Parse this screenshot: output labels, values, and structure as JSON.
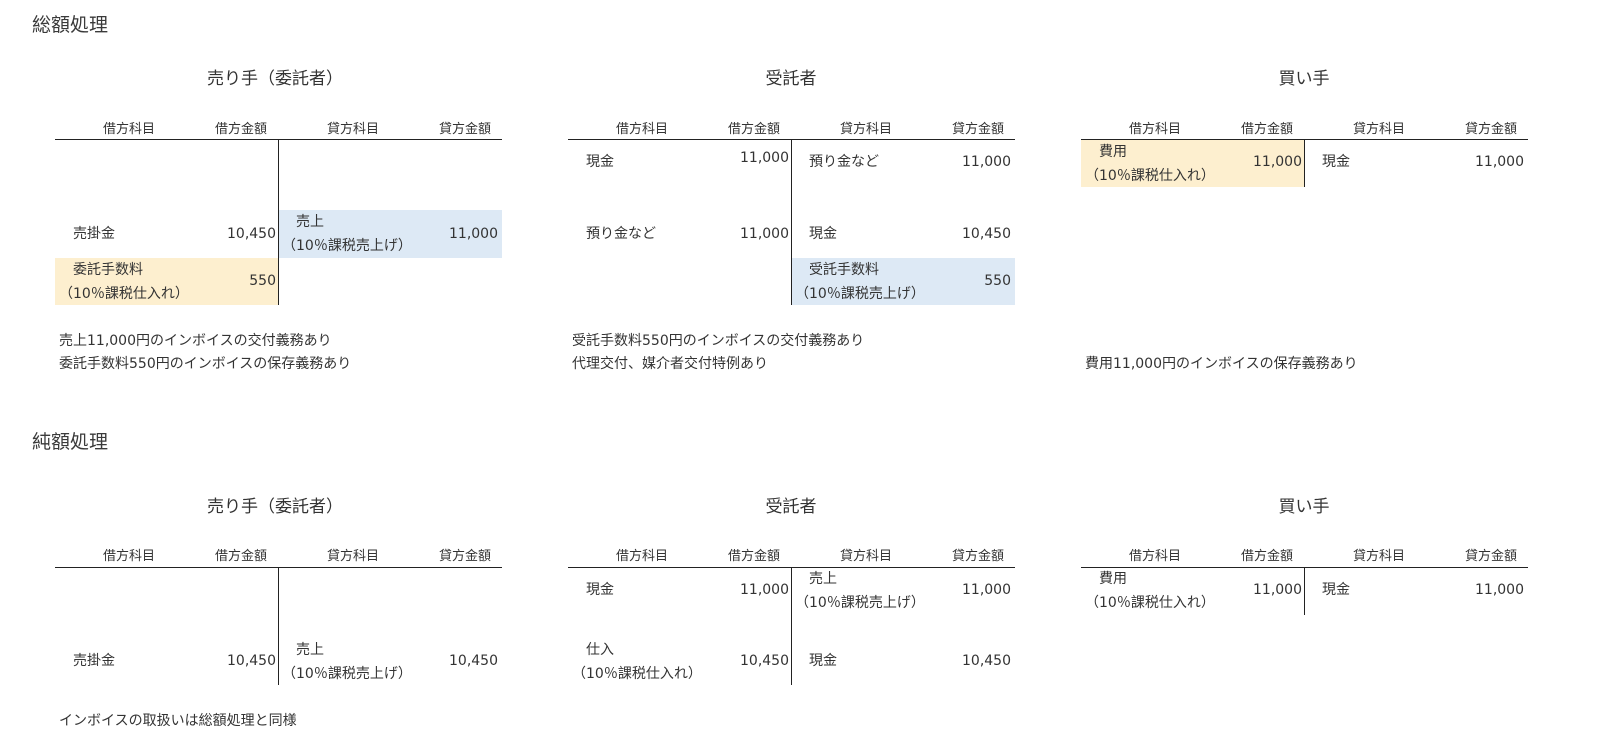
{
  "gross": {
    "title": "総額処理",
    "seller": {
      "title": "売り手（委託者）",
      "headers": [
        "借方科目",
        "借方金額",
        "貸方科目",
        "貸方金額"
      ],
      "row1": {
        "debit_account": "売掛金",
        "debit_amount": "10,450",
        "credit_account_line1": "売上",
        "credit_account_line2": "（10％課税売上げ）",
        "credit_amount": "11,000"
      },
      "row2": {
        "debit_account_line1": "委託手数料",
        "debit_account_line2": "（10％課税仕入れ）",
        "debit_amount": "550"
      },
      "notes": [
        "売上11,000円のインボイスの交付義務あり",
        "委託手数料550円のインボイスの保存義務あり"
      ]
    },
    "consignee": {
      "title": "受託者",
      "headers": [
        "借方科目",
        "借方金額",
        "貸方科目",
        "貸方金額"
      ],
      "row1": {
        "debit_account": "現金",
        "debit_amount": "11,000",
        "credit_account": "預り金など",
        "credit_amount": "11,000"
      },
      "row2": {
        "debit_account": "預り金など",
        "debit_amount": "11,000",
        "credit_account": "現金",
        "credit_amount": "10,450"
      },
      "row3": {
        "credit_account_line1": "受託手数料",
        "credit_account_line2": "（10％課税売上げ）",
        "credit_amount": "550"
      },
      "notes": [
        "受託手数料550円のインボイスの交付義務あり",
        "代理交付、媒介者交付特例あり"
      ]
    },
    "buyer": {
      "title": "買い手",
      "headers": [
        "借方科目",
        "借方金額",
        "貸方科目",
        "貸方金額"
      ],
      "row1": {
        "debit_account_line1": "費用",
        "debit_account_line2": "（10％課税仕入れ）",
        "debit_amount": "11,000",
        "credit_account": "現金",
        "credit_amount": "11,000"
      },
      "notes": [
        "費用11,000円のインボイスの保存義務あり"
      ]
    }
  },
  "net": {
    "title": "純額処理",
    "seller": {
      "title": "売り手（委託者）",
      "headers": [
        "借方科目",
        "借方金額",
        "貸方科目",
        "貸方金額"
      ],
      "row1": {
        "debit_account": "売掛金",
        "debit_amount": "10,450",
        "credit_account_line1": "売上",
        "credit_account_line2": "（10％課税売上げ）",
        "credit_amount": "10,450"
      },
      "notes": [
        "インボイスの取扱いは総額処理と同様"
      ]
    },
    "consignee": {
      "title": "受託者",
      "headers": [
        "借方科目",
        "借方金額",
        "貸方科目",
        "貸方金額"
      ],
      "row1": {
        "debit_account": "現金",
        "debit_amount": "11,000",
        "credit_account_line1": "売上",
        "credit_account_line2": "（10％課税売上げ）",
        "credit_amount": "11,000"
      },
      "row2": {
        "debit_account_line1": "仕入",
        "debit_account_line2": "（10％課税仕入れ）",
        "debit_amount": "10,450",
        "credit_account": "現金",
        "credit_amount": "10,450"
      }
    },
    "buyer": {
      "title": "買い手",
      "headers": [
        "借方科目",
        "借方金額",
        "貸方科目",
        "貸方金額"
      ],
      "row1": {
        "debit_account_line1": "費用",
        "debit_account_line2": "（10％課税仕入れ）",
        "debit_amount": "11,000",
        "credit_account": "現金",
        "credit_amount": "11,000"
      }
    }
  }
}
